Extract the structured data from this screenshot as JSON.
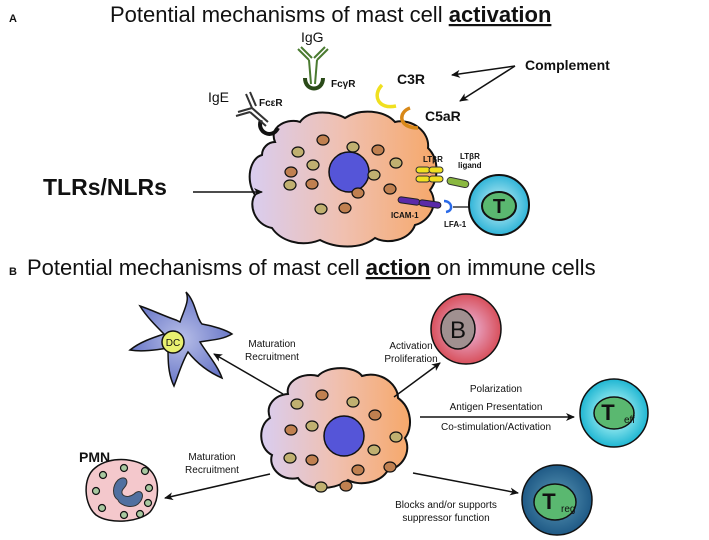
{
  "panel_a": {
    "letter": "A",
    "title_prefix": "Potential mechanisms of mast cell ",
    "title_emph": "activation",
    "labels": {
      "igg": "IgG",
      "fcgr": "FcγR",
      "ige": "IgE",
      "fcer": "FcεR",
      "c3r": "C3R",
      "c5ar": "C5aR",
      "complement": "Complement",
      "tlrs": "TLRs/NLRs",
      "ltbr": "LTβR",
      "ltbr_ligand_1": "LTβR",
      "ltbr_ligand_2": "ligand",
      "icam": "ICAM-1",
      "lfa": "LFA-1",
      "t_cell": "T"
    }
  },
  "panel_b": {
    "letter": "B",
    "title_prefix": "Potential mechanisms of mast cell ",
    "title_emph": "action",
    "title_suffix": " on immune cells",
    "cells": {
      "dc": "DC",
      "b": "B",
      "teff_main": "T",
      "teff_sub": "eff",
      "treg_main": "T",
      "treg_sub": "reg",
      "pmn": "PMN"
    },
    "edges": {
      "dc": [
        "Maturation",
        "Recruitment"
      ],
      "b": [
        "Activation",
        "Proliferation"
      ],
      "teff": [
        "Polarization",
        "Antigen Presentation",
        "Co-stimulation/Activation"
      ],
      "pmn": [
        "Maturation",
        "Recruitment"
      ],
      "treg": [
        "Blocks and/or supports",
        "suppressor function"
      ]
    }
  }
}
